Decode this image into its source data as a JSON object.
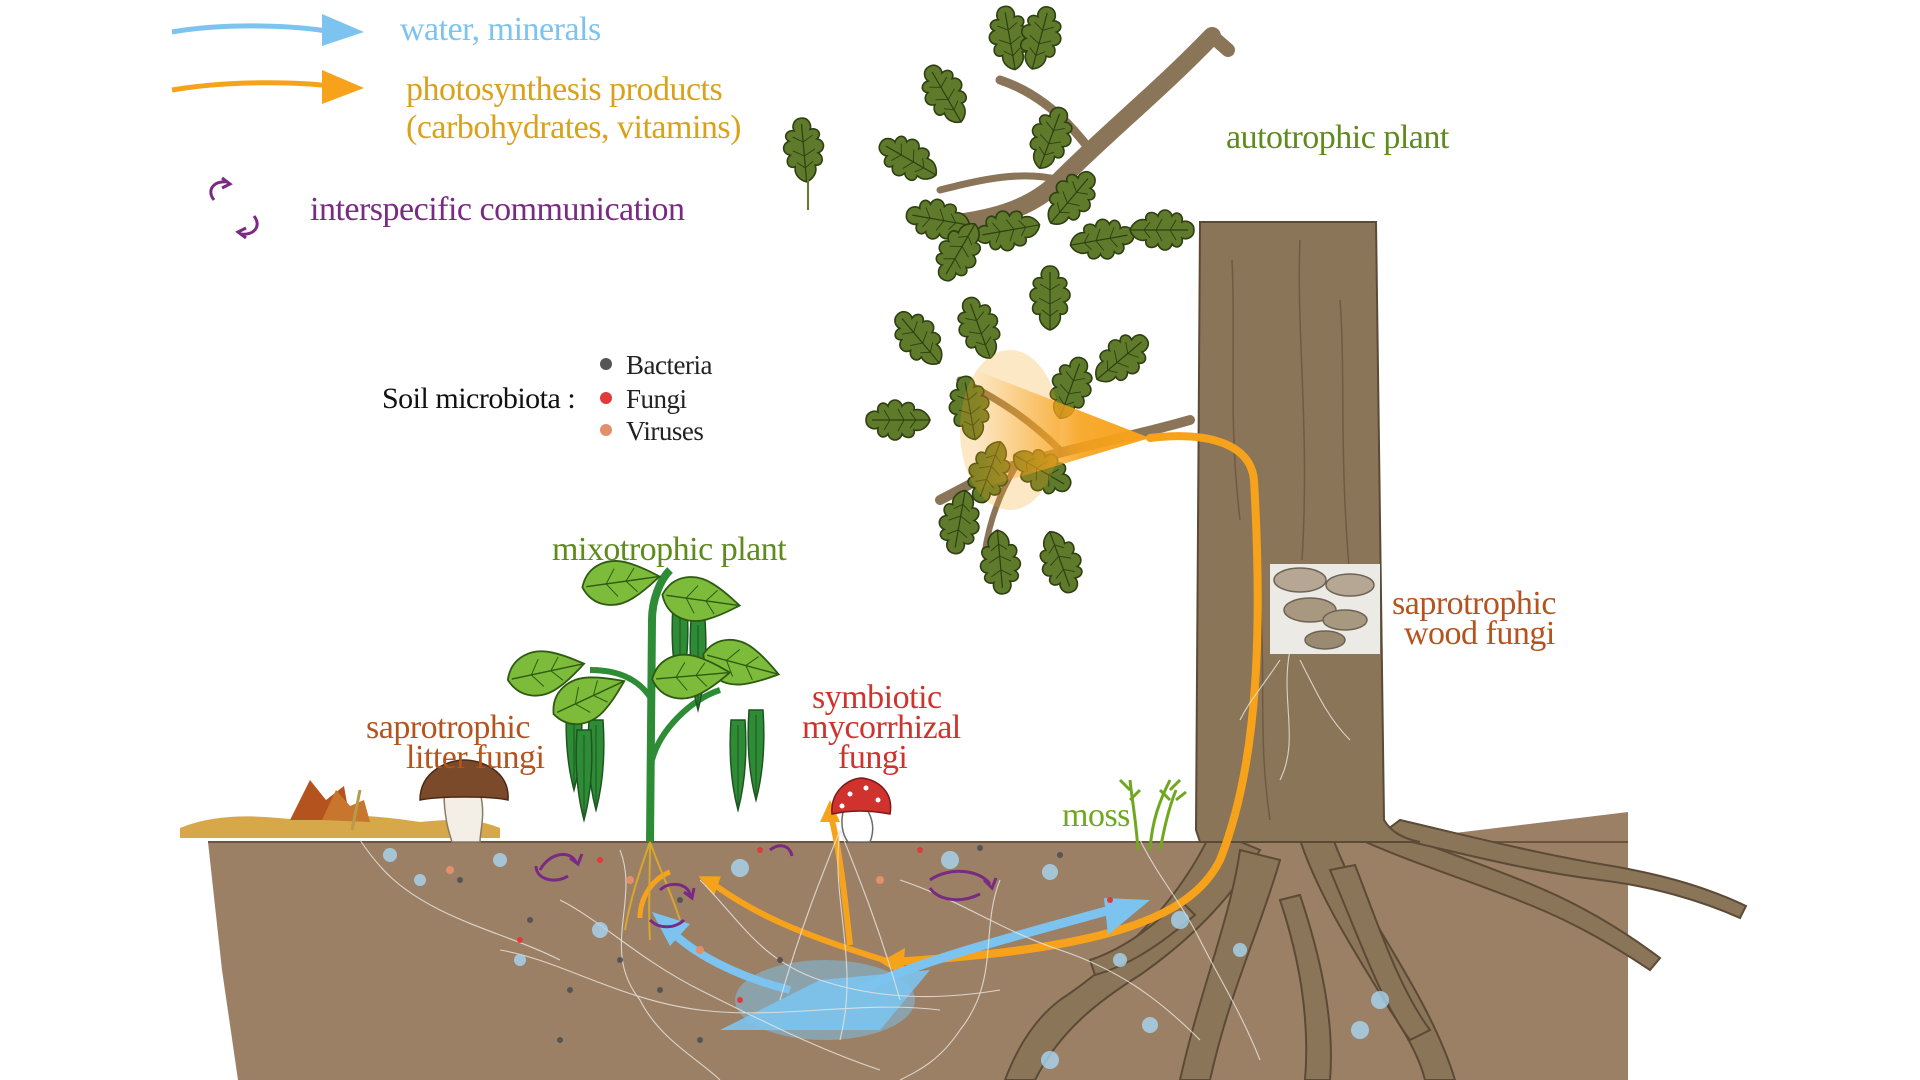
{
  "legend": {
    "water": "water, minerals",
    "photo_line1": "photosynthesis products",
    "photo_line2": "(carbohydrates, vitamins)",
    "communication": "interspecific communication"
  },
  "microbiota": {
    "title": "Soil microbiota :",
    "bacteria": "Bacteria",
    "fungi": "Fungi",
    "viruses": "Viruses"
  },
  "labels": {
    "autotrophic": "autotrophic plant",
    "mixotrophic": "mixotrophic plant",
    "symbiotic_1": "symbiotic",
    "symbiotic_2": "mycorrhizal",
    "symbiotic_3": "fungi",
    "litter_1": "saprotrophic",
    "litter_2": "litter fungi",
    "wood_1": "saprotrophic",
    "wood_2": "wood fungi",
    "moss": "moss"
  },
  "colors": {
    "water": "#7cc4ef",
    "photosynthesis": "#f7a21b",
    "communication": "#7a2a82",
    "soil": "#9b8066",
    "trunk": "#8b7558",
    "leaf": "#5e7a2a",
    "mixo_leaf": "#7dbb3a",
    "mixo_pod": "#2f8c36",
    "label_green": "#5f8a1c",
    "label_red": "#d0322e",
    "label_brown": "#b5531e",
    "label_water": "#7cc4ef",
    "label_photo": "#d9a21a",
    "label_comm": "#7a2a82",
    "bacteria_dot": "#555555",
    "fungi_dot": "#e03a3a",
    "virus_dot": "#e2906a"
  }
}
